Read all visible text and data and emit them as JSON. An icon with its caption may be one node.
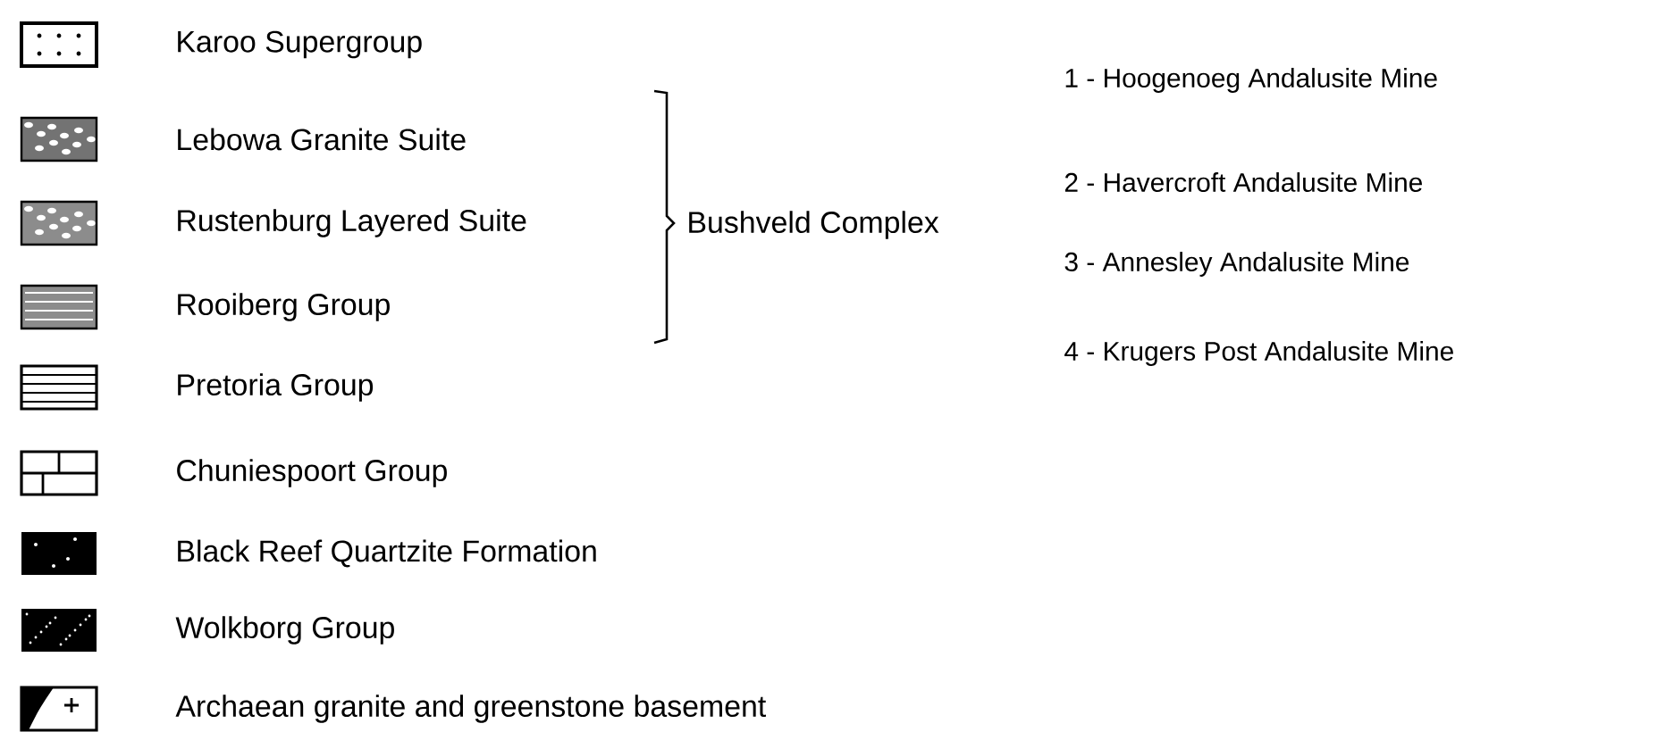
{
  "diagram": {
    "labels": [
      "Bushveld Complex",
      "1 - Hoogenoeg Andalusite Mine",
      "2 - Havercroft Andalusite Mine",
      "3 - Annesley Andalusite Mine",
      "4 - Krugers Post Andalusite Mine"
    ],
    "legend": [
      {
        "text": "Karoo Supergroup"
      },
      {
        "text": "Lebowa Granite Suite"
      },
      {
        "text": "Rustenburg Layered Suite"
      },
      {
        "text": "Rooiberg Group"
      },
      {
        "text": "Pretoria Group"
      },
      {
        "text": "Chuniespoort Group"
      },
      {
        "text": "Black Reef Quartzite Formation"
      },
      {
        "text": "Wolkborg Group"
      },
      {
        "text": "Archaean granite and greenstone basement"
      }
    ]
  }
}
